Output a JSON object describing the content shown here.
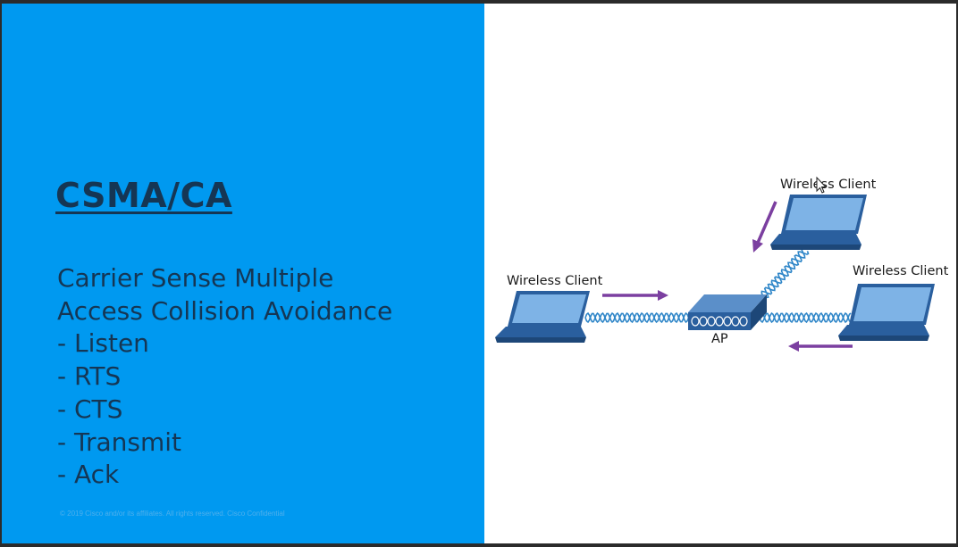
{
  "slide": {
    "title": "CSMA/CA",
    "lines": [
      "Carrier Sense Multiple",
      "Access Collision Avoidance",
      "- Listen",
      "- RTS",
      "- CTS",
      "- Transmit",
      "- Ack"
    ],
    "copyright": "© 2019 Cisco and/or its affiliates. All rights reserved.   Cisco Confidential"
  },
  "diagram": {
    "clients": [
      {
        "label": "Wireless Client"
      },
      {
        "label": "Wireless Client"
      },
      {
        "label": "Wireless Client"
      }
    ],
    "ap_label": "AP",
    "colors": {
      "laptop_body": "#2a5f9e",
      "laptop_screen": "#7eb3e6",
      "arrow": "#7b3fa0",
      "wave": "#2f86c8",
      "slide_blue": "#0099f0",
      "title_color": "#153654"
    }
  }
}
